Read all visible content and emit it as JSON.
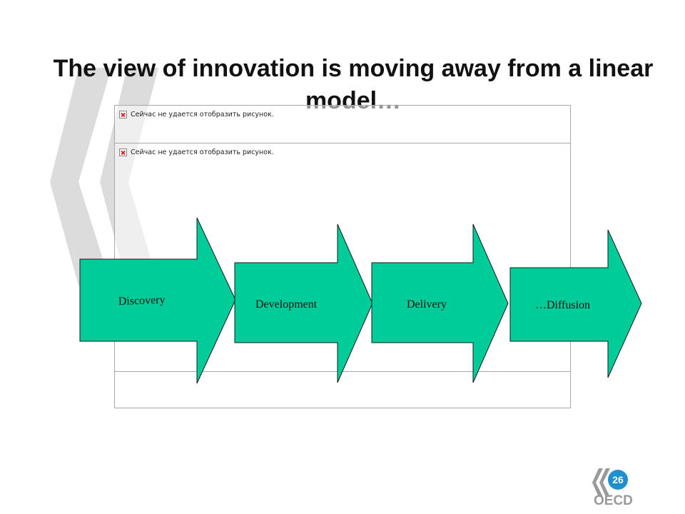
{
  "slide": {
    "title": "The view of innovation is moving away from a linear model…",
    "page_number": "26",
    "logo_text": "OECD"
  },
  "broken_images": [
    {
      "message": "Сейчас не удается отобразить рисунок."
    },
    {
      "message": "Сейчас не удается отобразить рисунок."
    }
  ],
  "flow": {
    "steps": [
      {
        "label": "Discovery"
      },
      {
        "label": "Development"
      },
      {
        "label": "Delivery"
      },
      {
        "label": "…Diffusion"
      }
    ]
  },
  "colors": {
    "arrow_fill": "#00CC99",
    "arrow_stroke": "#1a1a1a",
    "quote_mark": "#dcdcdc",
    "logo_circle": "#1f8fd0",
    "logo_grey": "#9a9a9a"
  }
}
